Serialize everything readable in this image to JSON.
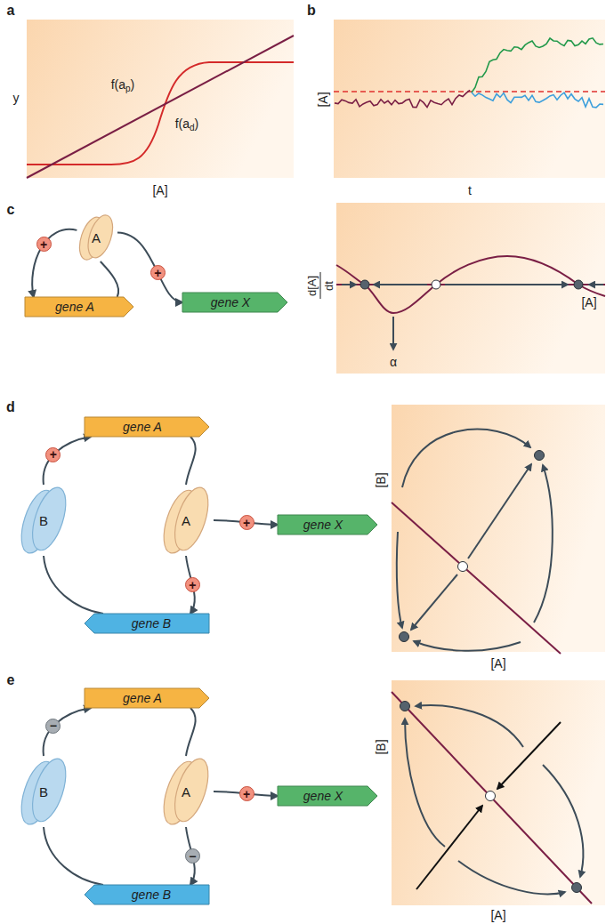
{
  "diagram": {
    "nodes": [
      {
        "text": [
          "A"
        ]
      },
      {
        "text": [
          "gene A"
        ]
      },
      {
        "text": [
          "gene X"
        ]
      },
      {
        "text": [
          "gene A"
        ]
      },
      {
        "text": [
          "B"
        ]
      },
      {
        "text": [
          "A"
        ]
      },
      {
        "text": [
          "gene B"
        ]
      },
      {
        "text": [
          "gene X"
        ]
      },
      {
        "text": [
          "gene A"
        ]
      },
      {
        "text": [
          "B"
        ]
      },
      {
        "text": [
          "A"
        ]
      },
      {
        "text": [
          "gene B"
        ]
      },
      {
        "text": [
          "gene X"
        ]
      }
    ],
    "edges": [
      {
        "from": 1,
        "to": 0,
        "arrow": "none"
      },
      {
        "from": 0,
        "to": 1,
        "arrow": "to",
        "label": "+"
      },
      {
        "from": 0,
        "to": 2,
        "arrow": "to",
        "label": "+"
      },
      {
        "from": 3,
        "to": 5,
        "arrow": "none"
      },
      {
        "from": 5,
        "to": 6,
        "arrow": "to",
        "label": "+"
      },
      {
        "from": 6,
        "to": 4,
        "arrow": "none"
      },
      {
        "from": 4,
        "to": 3,
        "arrow": "to",
        "label": "+"
      },
      {
        "from": 5,
        "to": 7,
        "arrow": "to",
        "label": "+"
      },
      {
        "from": 8,
        "to": 10,
        "arrow": "none"
      },
      {
        "from": 10,
        "to": 11,
        "arrow": "to",
        "label": "−"
      },
      {
        "from": 11,
        "to": 9,
        "arrow": "none"
      },
      {
        "from": 9,
        "to": 8,
        "arrow": "to",
        "label": "−"
      },
      {
        "from": 10,
        "to": 12,
        "arrow": "to",
        "label": "+"
      }
    ],
    "labels": [
      "a",
      "y",
      "f(ap)",
      "f(ad)",
      "[A]",
      "b",
      "[A]",
      "t",
      "c",
      "d[A]",
      "dt",
      "α",
      "[A]",
      "d",
      "[B]",
      "[A]",
      "e",
      "[B]",
      "[A]"
    ]
  }
}
